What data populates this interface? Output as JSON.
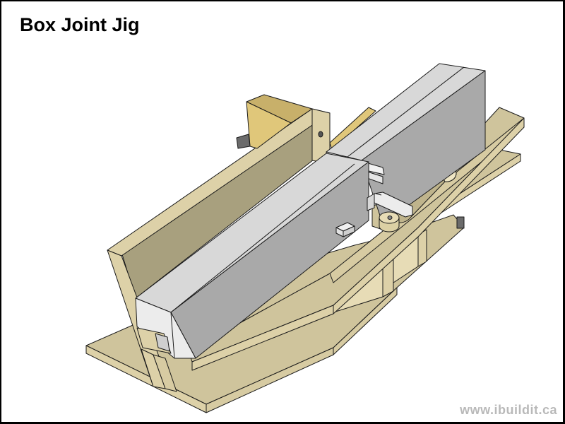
{
  "title": "Box Joint Jig",
  "watermark": "www.ibuildit.ca",
  "illustration": {
    "description": "3D model rendering of a box joint jig: a wooden sled with fence, sliding carriage, two grey aluminum-style rails, a slotted base plate, a round stop knob and an adjustment arm.",
    "parts": [
      "base-sled",
      "upper-platform",
      "rear-fence",
      "left-rail",
      "right-rail",
      "slot",
      "stop-knob",
      "adjustment-arm",
      "index-key",
      "support-block",
      "end-bracket"
    ]
  },
  "colors": {
    "wood_top": "#cfc49c",
    "wood_side": "#ddd1a8",
    "wood_dark": "#a8a07e",
    "wood_light": "#e7dcb6",
    "fence_face": "#e0c77a",
    "rail_top": "#d8d8d8",
    "rail_side": "#a9a9a9",
    "rail_end": "#ececec",
    "metal_dark": "#6b6b6b",
    "watermark": "#b9b9b9",
    "border": "#000000"
  }
}
